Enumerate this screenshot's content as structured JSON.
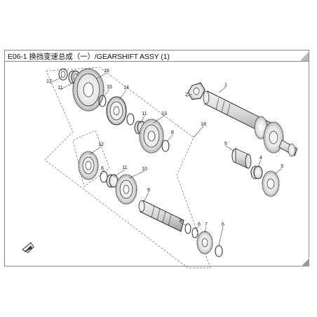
{
  "title": "E06-1 换挡变速总成（一）/GEARSHIFT ASSY (1)",
  "callouts": [
    {
      "label": "16"
    },
    {
      "label": "17"
    },
    {
      "label": "11"
    },
    {
      "label": "15"
    },
    {
      "label": "14"
    },
    {
      "label": "11"
    },
    {
      "label": "13"
    },
    {
      "label": "6"
    },
    {
      "label": "12"
    },
    {
      "label": "6"
    },
    {
      "label": "11"
    },
    {
      "label": "10"
    },
    {
      "label": "9"
    },
    {
      "label": "8"
    },
    {
      "label": "6"
    },
    {
      "label": "7"
    },
    {
      "label": "6"
    },
    {
      "label": "18"
    },
    {
      "label": "2"
    },
    {
      "label": "1"
    },
    {
      "label": "5"
    },
    {
      "label": "4"
    },
    {
      "label": "3"
    }
  ],
  "colors": {
    "line": "#2b2b2b",
    "frame": "#8a8a8a",
    "shade": "#cfcfcf"
  },
  "icons": [
    "direction-arrow-icon"
  ]
}
